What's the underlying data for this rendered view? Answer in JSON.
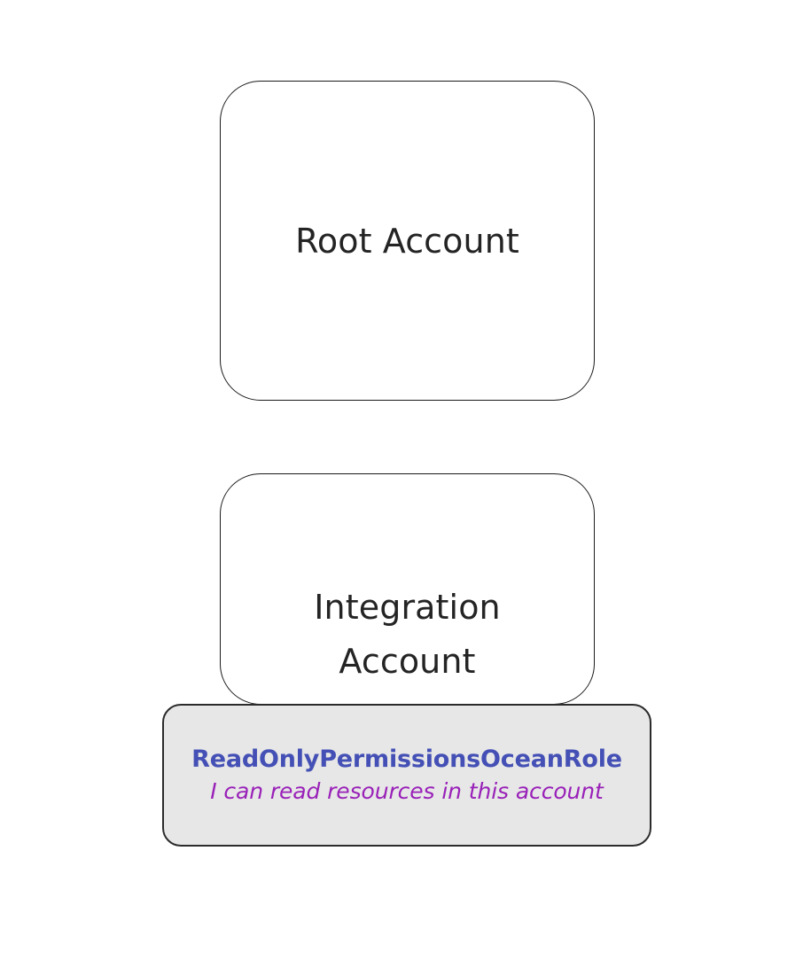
{
  "diagram": {
    "type": "account-hierarchy",
    "background_color": "#ffffff",
    "nodes": {
      "root_account": {
        "label": "Root Account",
        "shape": "rounded-rectangle",
        "fill_color": "#ffffff",
        "border_color": "#1a1a1a",
        "text_color": "#242424"
      },
      "integration_account": {
        "label": "Integration\nAccount",
        "shape": "rounded-rectangle",
        "fill_color": "#ffffff",
        "border_color": "#1a1a1a",
        "text_color": "#242424"
      },
      "role": {
        "title": "ReadOnlyPermissionsOceanRole",
        "subtitle": "I can read resources in this account",
        "shape": "rounded-rectangle",
        "fill_color": "#e7e7e7",
        "border_color": "#2b2b2b",
        "title_color": "#4450b5",
        "subtitle_color": "#9921b8"
      }
    }
  }
}
